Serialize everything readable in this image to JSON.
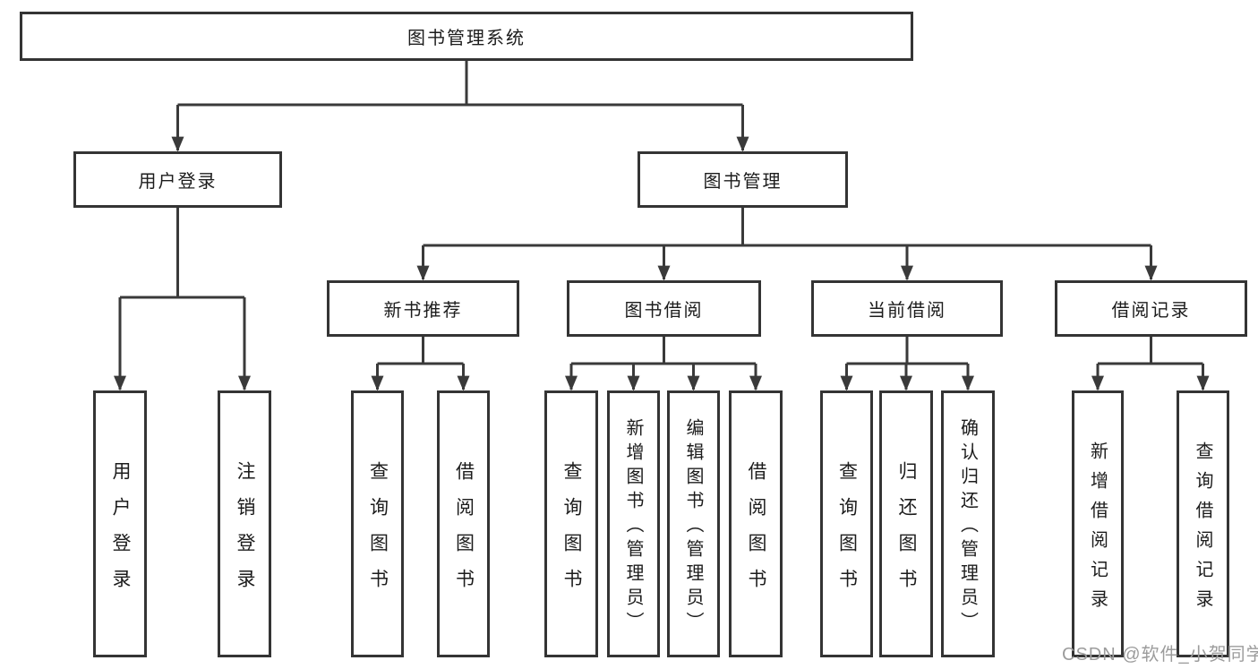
{
  "diagram": {
    "type": "hierarchy-tree",
    "root": {
      "label": "图书管理系统"
    },
    "level2": [
      {
        "id": "user-login",
        "label": "用户登录",
        "parent": "图书管理系统"
      },
      {
        "id": "book-management",
        "label": "图书管理",
        "parent": "图书管理系统"
      }
    ],
    "level3": [
      {
        "id": "new-book-recommend",
        "label": "新书推荐",
        "parent": "图书管理"
      },
      {
        "id": "book-borrowing",
        "label": "图书借阅",
        "parent": "图书管理"
      },
      {
        "id": "current-borrowing",
        "label": "当前借阅",
        "parent": "图书管理"
      },
      {
        "id": "borrowing-records",
        "label": "借阅记录",
        "parent": "图书管理"
      }
    ],
    "leaves": [
      {
        "id": "user-login-leaf",
        "label": "用户登录",
        "parent": "用户登录"
      },
      {
        "id": "logout",
        "label": "注销登录",
        "parent": "用户登录"
      },
      {
        "id": "query-books-rec",
        "label": "查询图书",
        "parent": "新书推荐"
      },
      {
        "id": "borrow-books-rec",
        "label": "借阅图书",
        "parent": "新书推荐"
      },
      {
        "id": "query-books-bor",
        "label": "查询图书",
        "parent": "图书借阅"
      },
      {
        "id": "add-books-admin",
        "label": "新增图书（管理员）",
        "parent": "图书借阅"
      },
      {
        "id": "edit-books-admin",
        "label": "编辑图书（管理员）",
        "parent": "图书借阅"
      },
      {
        "id": "borrow-books-bor",
        "label": "借阅图书",
        "parent": "图书借阅"
      },
      {
        "id": "query-books-cur",
        "label": "查询图书",
        "parent": "当前借阅"
      },
      {
        "id": "return-books",
        "label": "归还图书",
        "parent": "当前借阅"
      },
      {
        "id": "confirm-return-admin",
        "label": "确认归还（管理员）",
        "parent": "当前借阅"
      },
      {
        "id": "add-borrow-record",
        "label": "新增借阅记录",
        "parent": "借阅记录"
      },
      {
        "id": "query-borrow-record",
        "label": "查询借阅记录",
        "parent": "借阅记录"
      }
    ],
    "watermark": "CSDN @软件_小贺同学",
    "colors": {
      "line": "#3a3a3a",
      "box_border": "#343434",
      "text": "#1c1c1c",
      "watermark": "#9c9c9c",
      "background": "#ffffff"
    }
  }
}
